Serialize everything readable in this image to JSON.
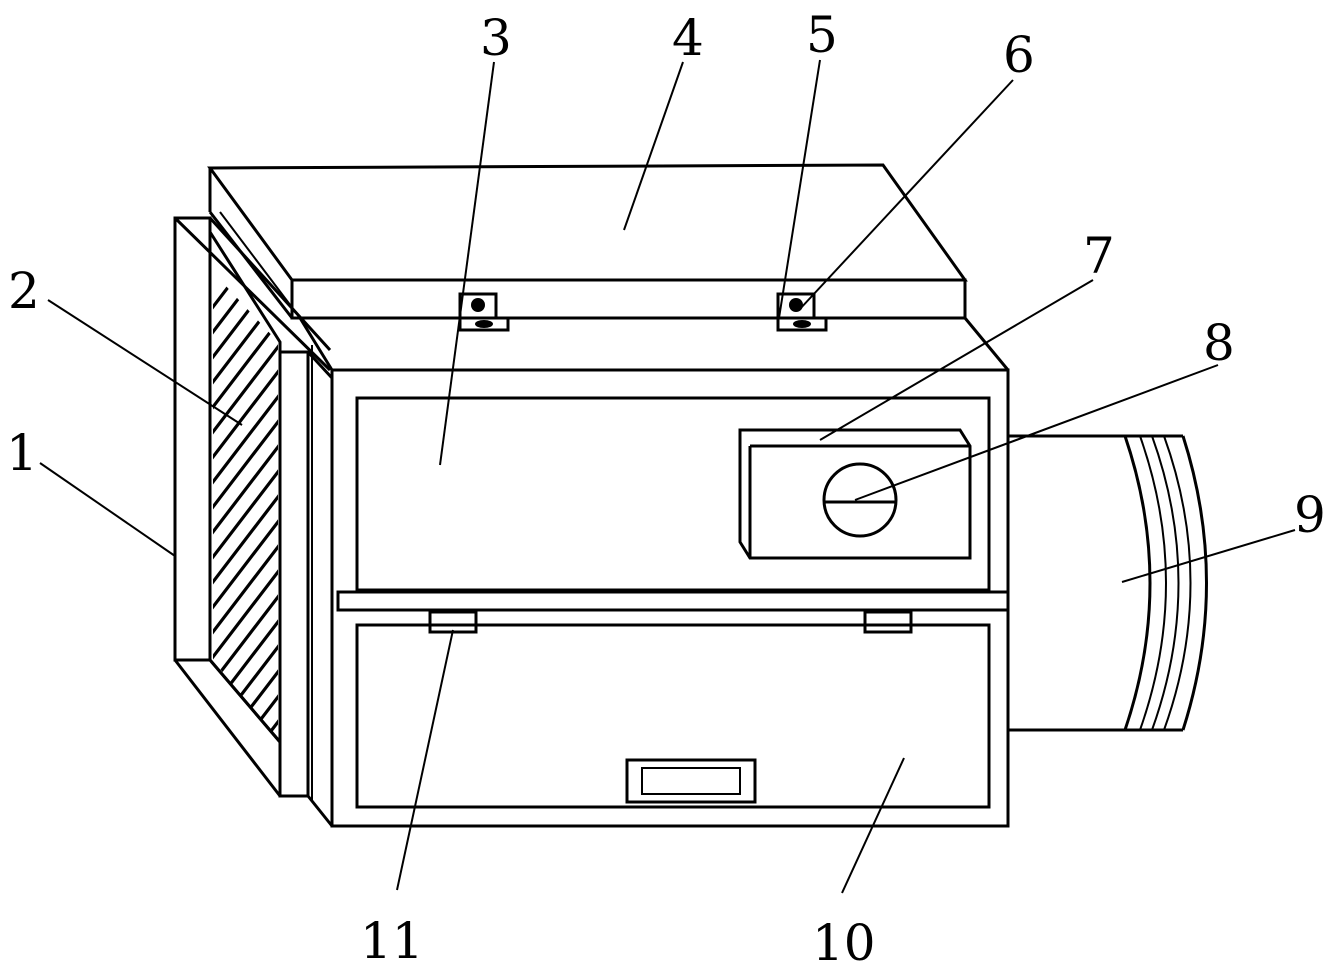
{
  "labels": [
    "1",
    "2",
    "3",
    "4",
    "5",
    "6",
    "7",
    "8",
    "9",
    "10",
    "11"
  ],
  "colors": {
    "line": "#000000",
    "background": "#ffffff"
  }
}
